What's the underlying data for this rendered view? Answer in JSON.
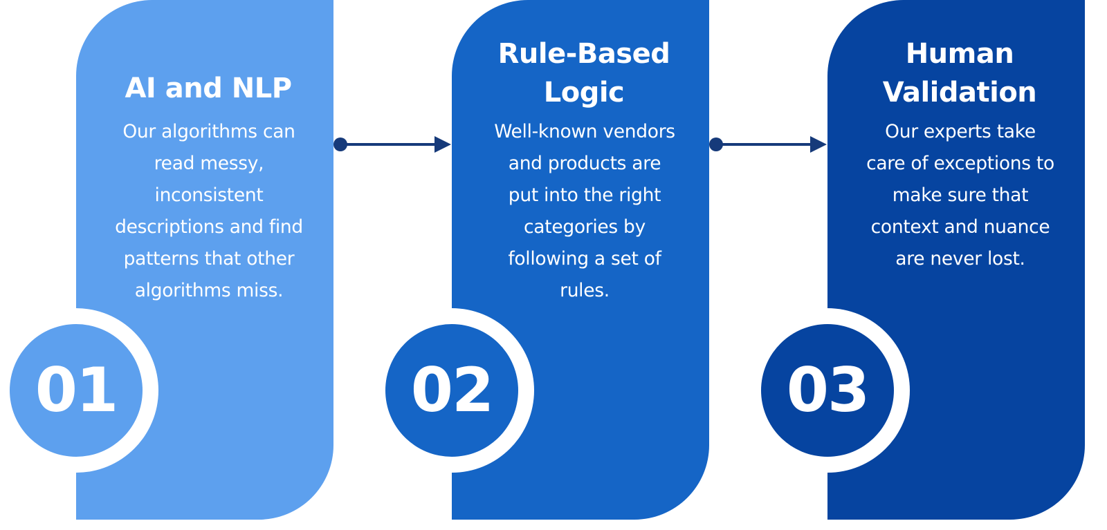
{
  "steps": [
    {
      "number": "01",
      "title_lines": [
        "AI and NLP"
      ],
      "description_lines": [
        "Our algorithms can",
        "read messy,",
        "inconsistent",
        "descriptions and find",
        "patterns that other",
        "algorithms miss."
      ],
      "color": "#5DA0EE"
    },
    {
      "number": "02",
      "title_lines": [
        "Rule-Based",
        "Logic"
      ],
      "description_lines": [
        "Well-known vendors",
        "and products are",
        "put into the right",
        "categories by",
        "following a set of",
        "rules."
      ],
      "color": "#1565C6"
    },
    {
      "number": "03",
      "title_lines": [
        "Human",
        "Validation"
      ],
      "description_lines": [
        "Our experts take",
        "care of exceptions to",
        "make sure that",
        "context and nuance",
        "are never lost."
      ],
      "color": "#0644A0"
    }
  ],
  "connector_color": "#163A7A"
}
